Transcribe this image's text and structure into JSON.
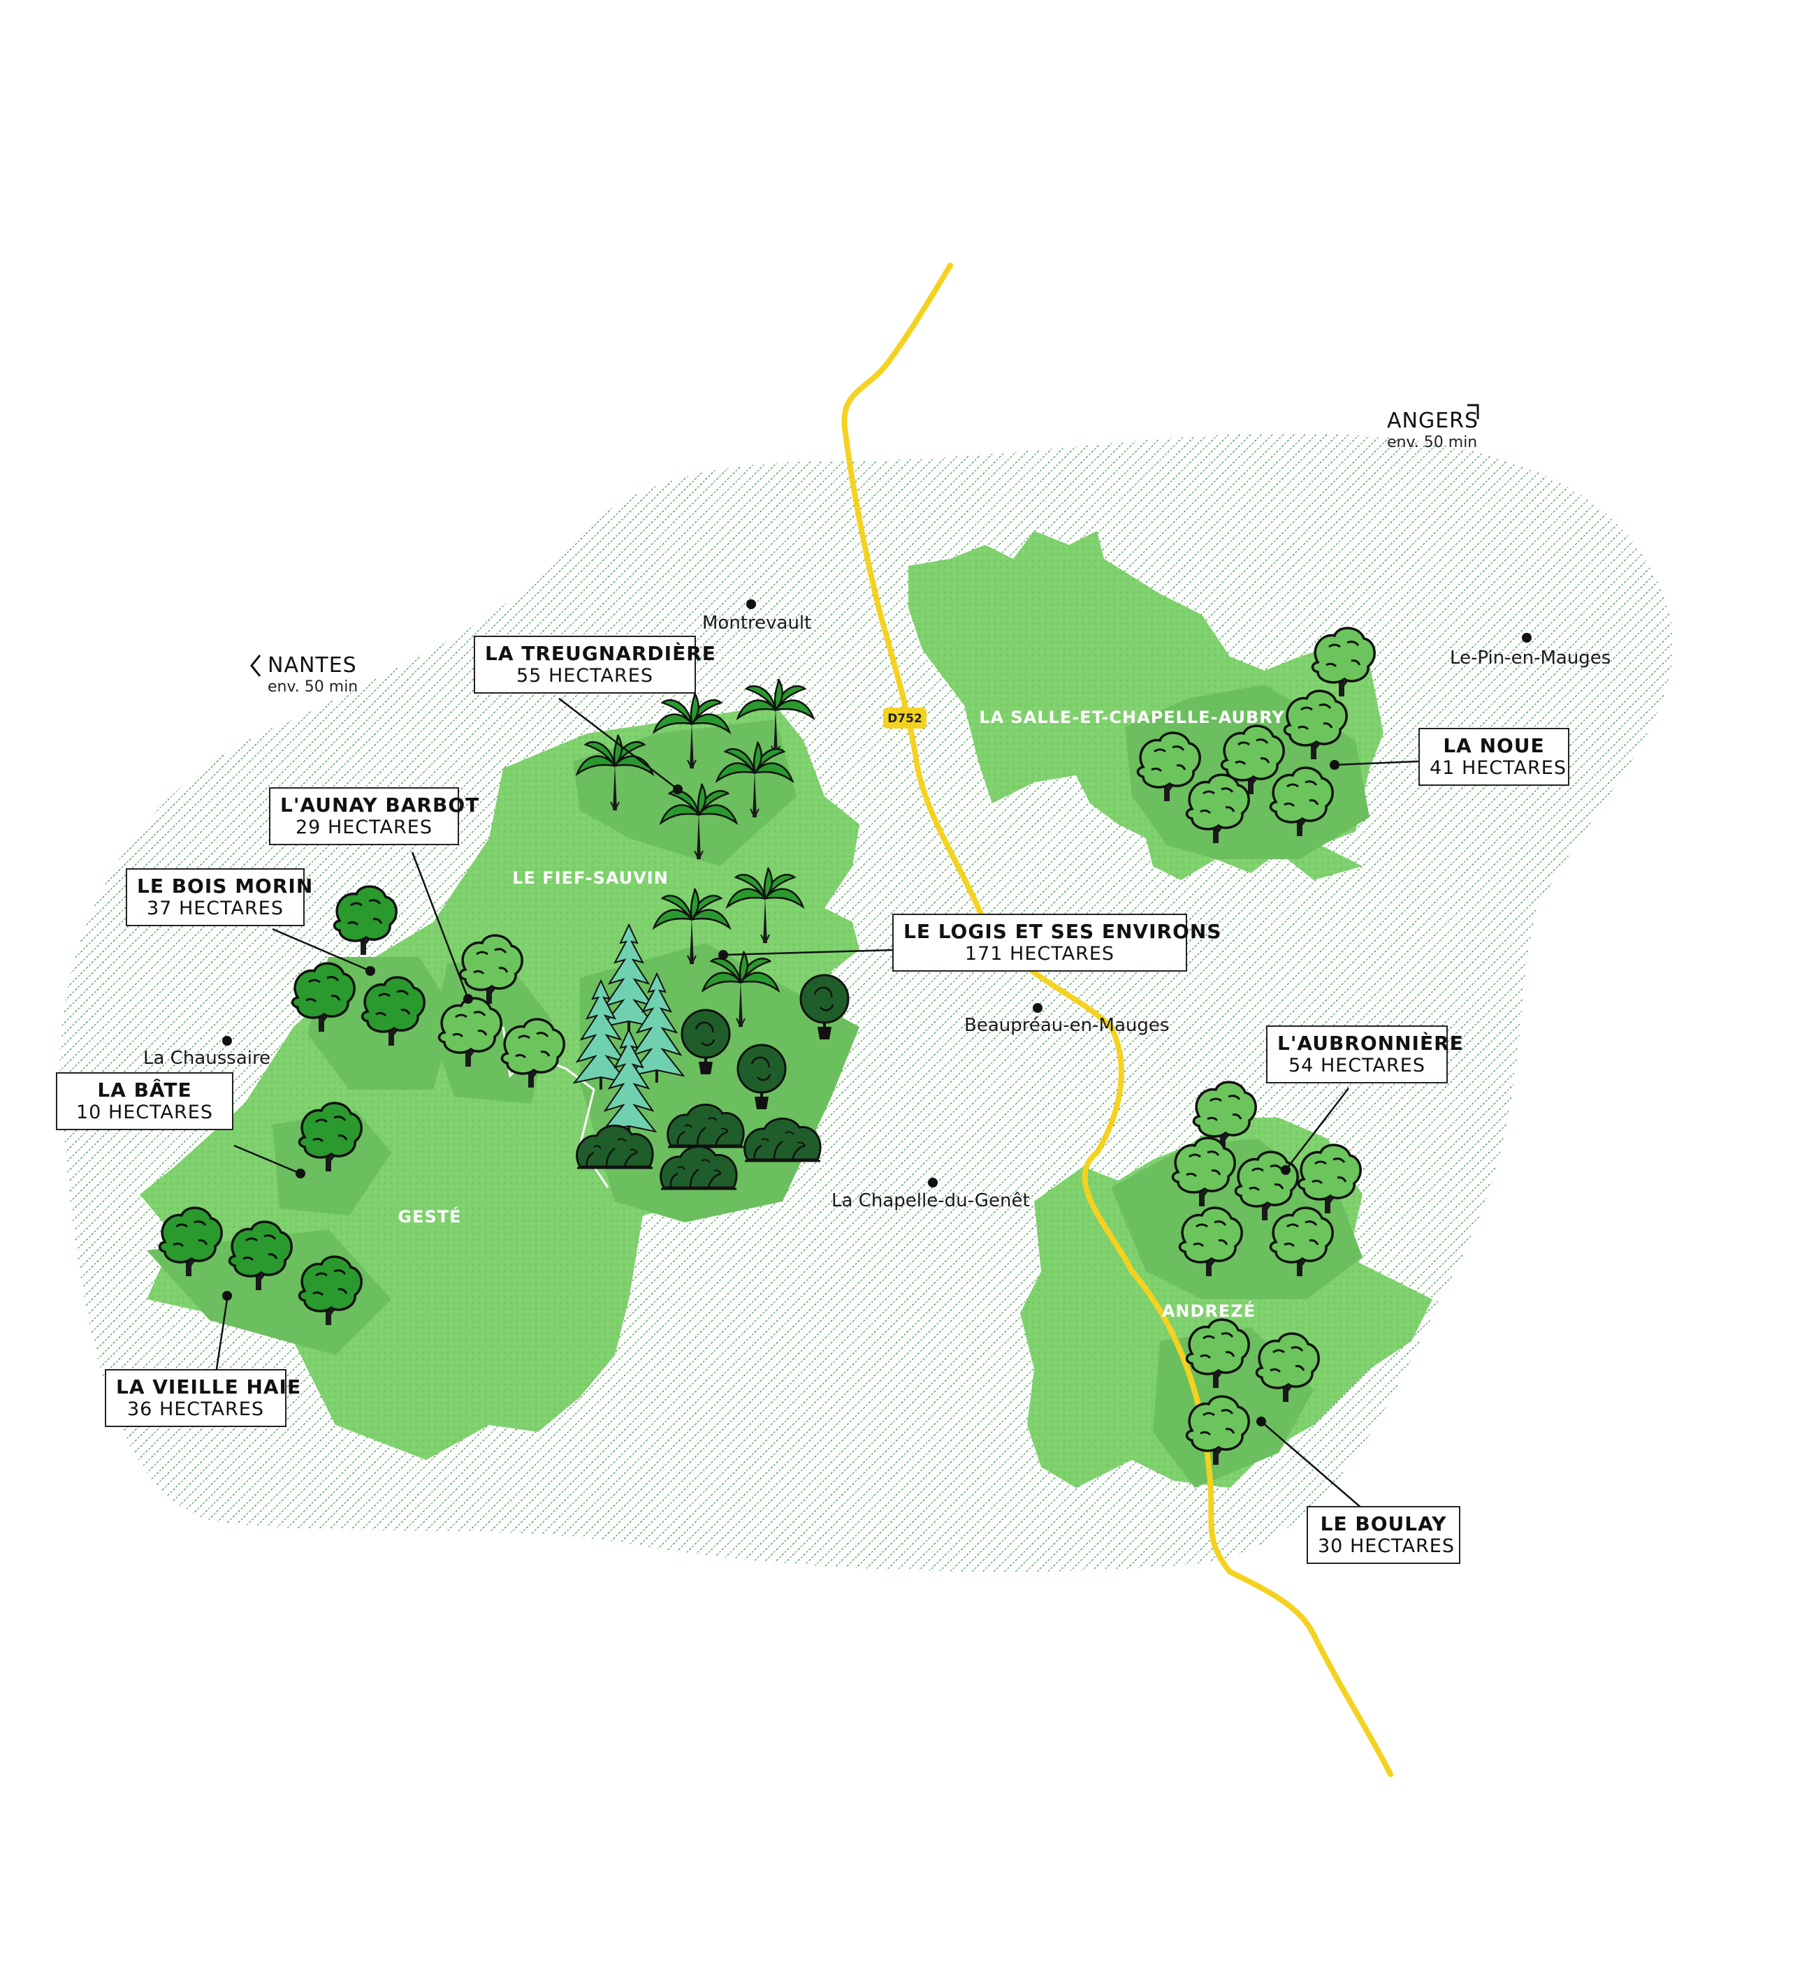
{
  "cities": [
    {
      "name": "NANTES",
      "sub": "env. 50 min"
    },
    {
      "name": "ANGERS",
      "sub": "env. 50 min"
    }
  ],
  "road": {
    "label": "D752",
    "color": "#f4d21f"
  },
  "towns": [
    "Montrevault",
    "Le-Pin-en-Mauges",
    "La Chaussaire",
    "Beaupréau-en-Mauges",
    "La Chapelle-du-Genêt"
  ],
  "communes": [
    "LE FIEF-SAUVIN",
    "LA SALLE-ET-CHAPELLE-AUBRY",
    "GESTÉ",
    "ANDREZÉ"
  ],
  "sites": [
    {
      "name": "LA TREUGNARDIÈRE",
      "area": "55 HECTARES"
    },
    {
      "name": "L'AUNAY BARBOT",
      "area": "29 HECTARES"
    },
    {
      "name": "LE BOIS MORIN",
      "area": "37 HECTARES"
    },
    {
      "name": "LA BÂTE",
      "area": "10 HECTARES"
    },
    {
      "name": "LA VIEILLE HAIE",
      "area": "36 HECTARES"
    },
    {
      "name": "LE LOGIS ET SES ENVIRONS",
      "area": "171 HECTARES"
    },
    {
      "name": "LA NOUE",
      "area": "41 HECTARES"
    },
    {
      "name": "L'AUBRONNIÈRE",
      "area": "54 HECTARES"
    },
    {
      "name": "LE BOULAY",
      "area": "30 HECTARES"
    }
  ],
  "colors": {
    "land": "#7fd16e",
    "zone": "#6cbf5e",
    "hatch": "#2f8a3a",
    "tree": "#2a9a2e",
    "tree_dark": "#1f5e2a",
    "fir": "#6fd1b0",
    "road": "#f4d21f"
  }
}
